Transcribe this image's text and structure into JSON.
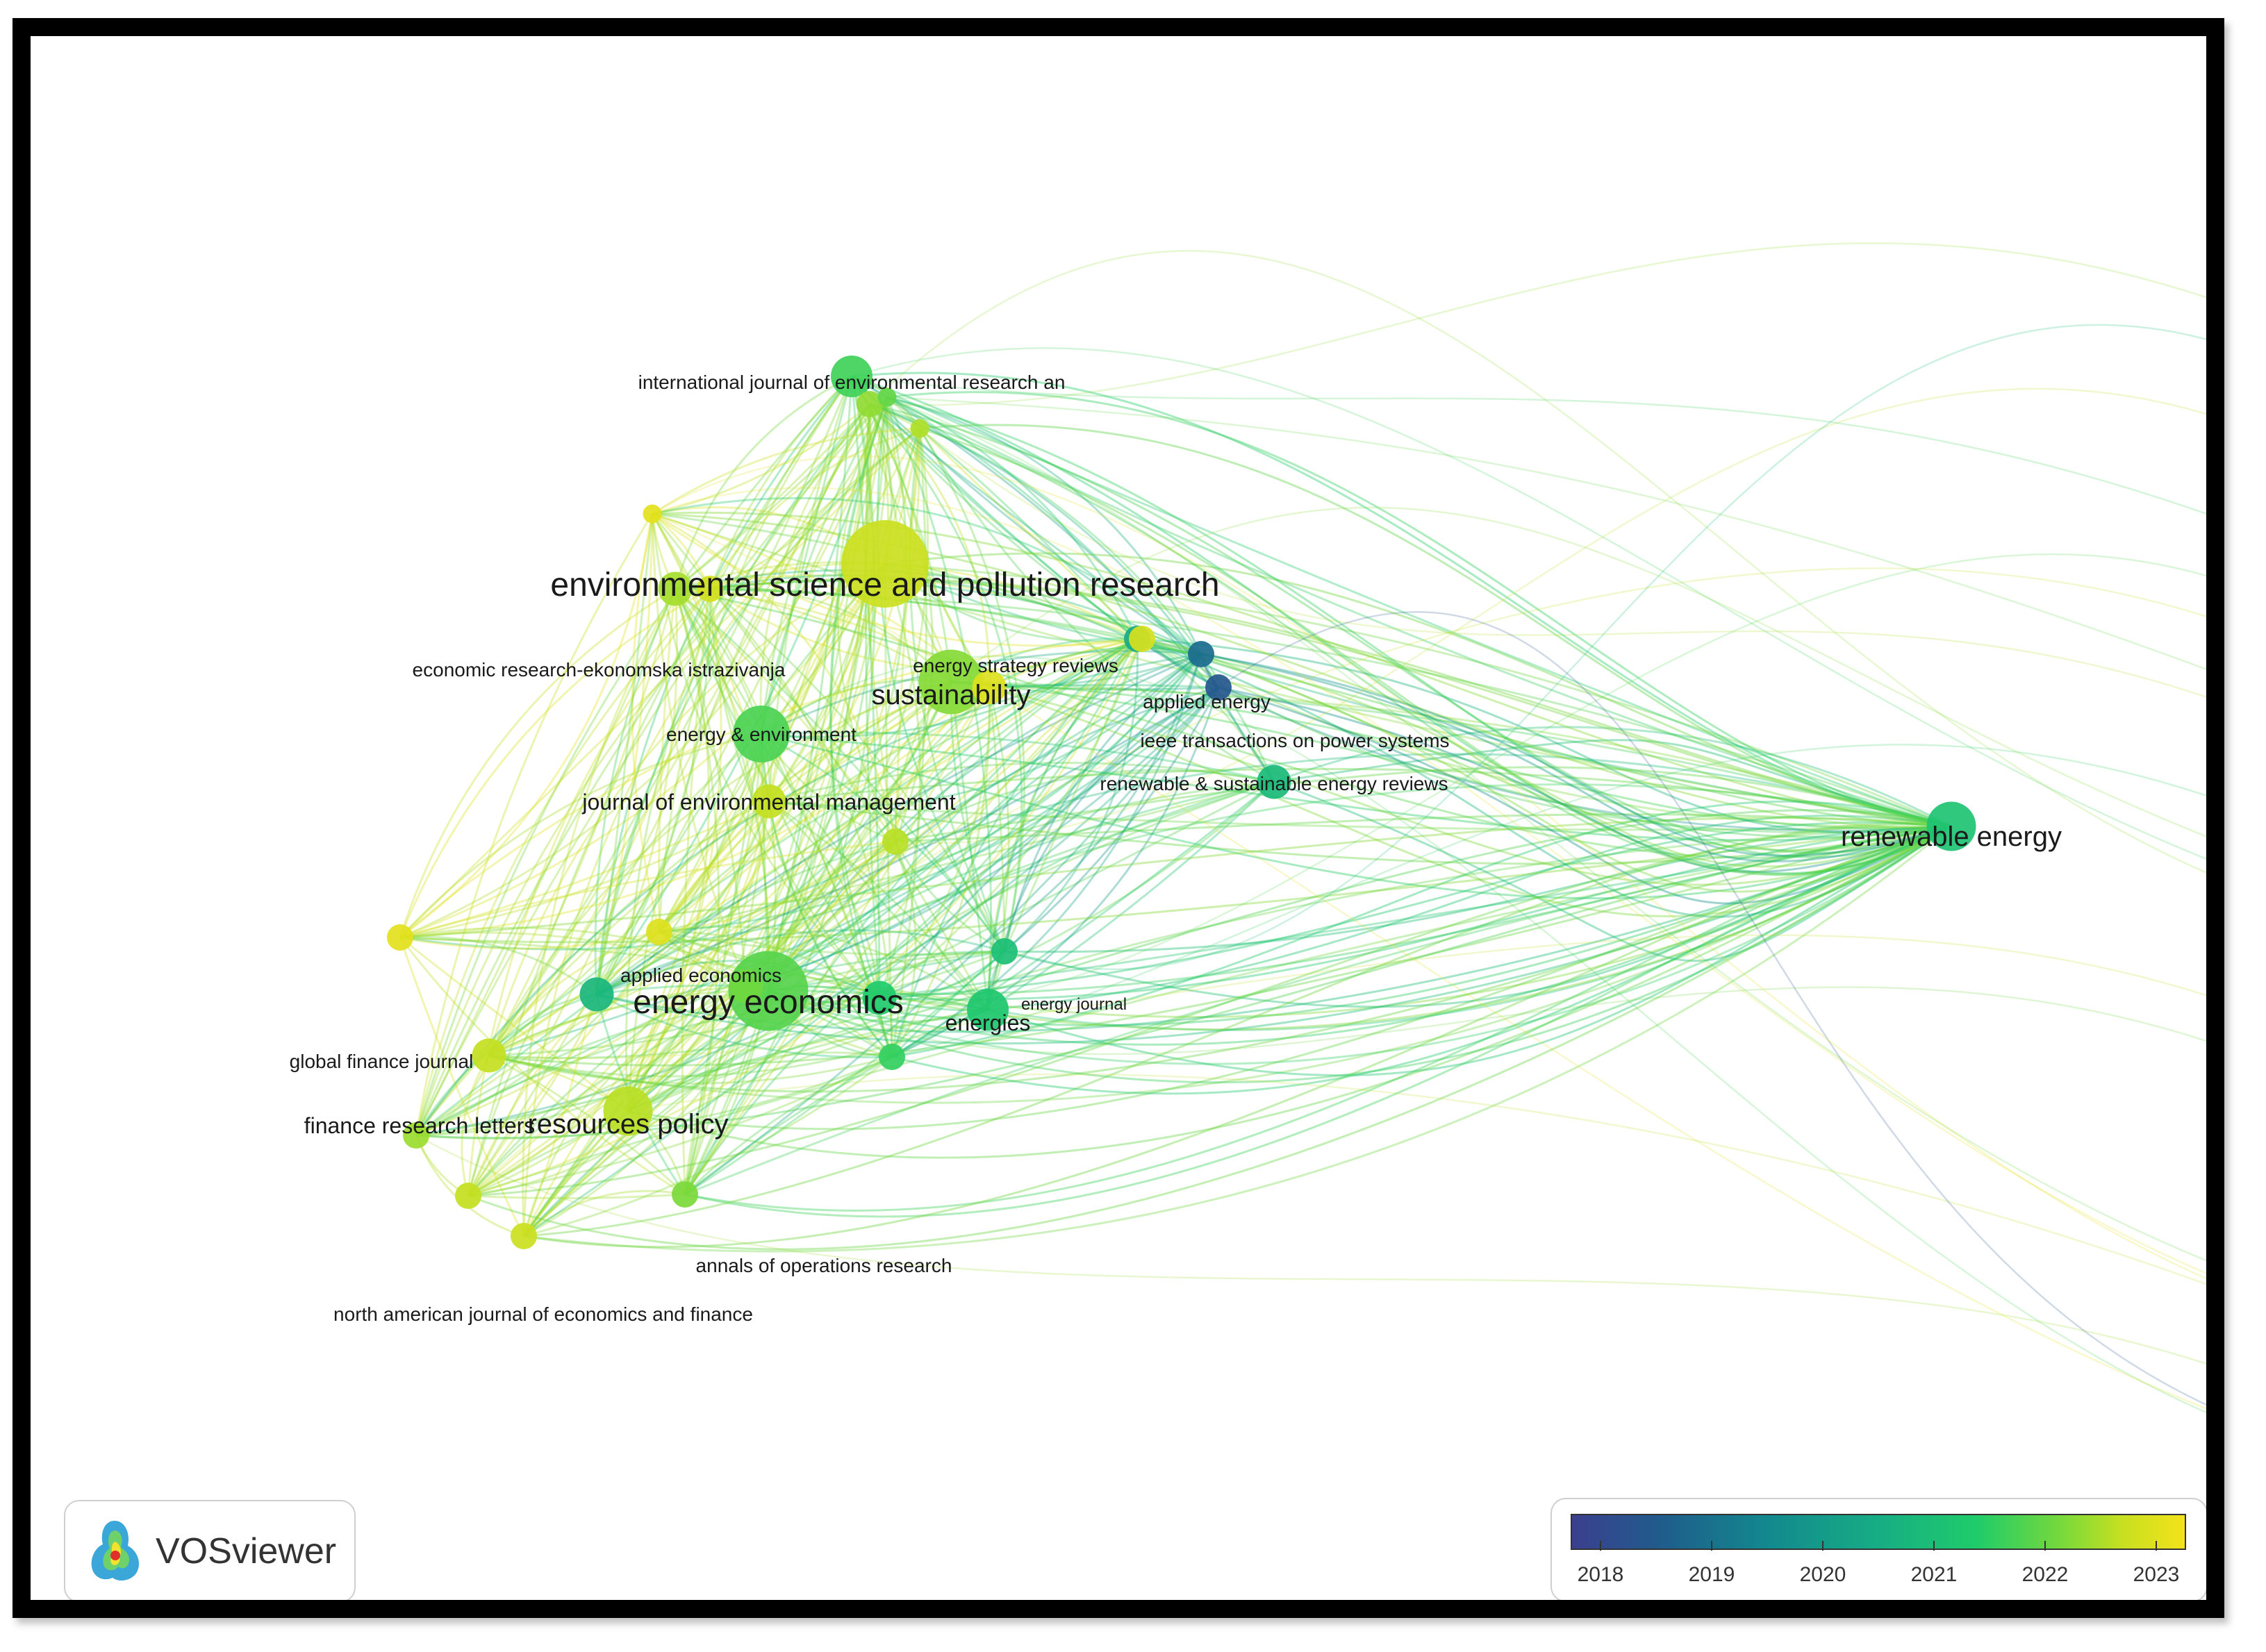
{
  "colors": {
    "scale": [
      "#3b3f8f",
      "#1f5d8c",
      "#12898e",
      "#17ad84",
      "#1fcc6a",
      "#79d93a",
      "#c9e020",
      "#f4e21a"
    ],
    "background": "#ffffff",
    "frame": "#000000"
  },
  "branding": {
    "text": "VOSviewer",
    "icon": "vosviewer-logo-icon"
  },
  "legend": {
    "years": [
      "2018",
      "2019",
      "2020",
      "2021",
      "2022",
      "2023"
    ]
  },
  "network": {
    "nodes": [
      {
        "id": "esp",
        "label": "environmental science and pollution research",
        "year": 2022.6,
        "weight": 10,
        "labelSize": "xl"
      },
      {
        "id": "ijer",
        "label": "international journal of environmental research an",
        "year": 2021.3,
        "weight": 4,
        "labelSize": "s"
      },
      {
        "id": "sus",
        "label": "sustainability",
        "year": 2021.9,
        "weight": 7,
        "labelSize": "l"
      },
      {
        "id": "ene",
        "label": "energy economics",
        "year": 2021.5,
        "weight": 9,
        "labelSize": "xl"
      },
      {
        "id": "ree",
        "label": "renewable energy",
        "year": 2020.8,
        "weight": 5,
        "labelSize": "l"
      },
      {
        "id": "rser",
        "label": "renewable & sustainable energy reviews",
        "year": 2020.6,
        "weight": 3,
        "labelSize": "s"
      },
      {
        "id": "ener",
        "label": "energies",
        "year": 2020.9,
        "weight": 4,
        "labelSize": "m"
      },
      {
        "id": "rp",
        "label": "resources policy",
        "year": 2022.4,
        "weight": 5,
        "labelSize": "l"
      },
      {
        "id": "jem",
        "label": "journal of environmental management",
        "year": 2022.5,
        "weight": 3,
        "labelSize": "m"
      },
      {
        "id": "ee",
        "label": "energy & environment",
        "year": 2021.4,
        "weight": 6,
        "labelSize": "s"
      },
      {
        "id": "erek",
        "label": "economic research-ekonomska istrazivanja",
        "year": 2022.2,
        "weight": 3,
        "labelSize": "s"
      },
      {
        "id": "esr",
        "label": "energy strategy reviews",
        "year": 2022.7,
        "weight": 2,
        "labelSize": "s"
      },
      {
        "id": "ae",
        "label": "applied energy",
        "year": 2020.2,
        "weight": 2,
        "labelSize": "s"
      },
      {
        "id": "ieee",
        "label": "ieee transactions on power systems",
        "year": 2018.6,
        "weight": 2,
        "labelSize": "s"
      },
      {
        "id": "apec",
        "label": "applied economics",
        "year": 2022.9,
        "weight": 2,
        "labelSize": "s"
      },
      {
        "id": "ej",
        "label": "energy journal",
        "year": 2020.7,
        "weight": 2,
        "labelSize": "xs"
      },
      {
        "id": "gfj",
        "label": "global finance journal",
        "year": 2020.5,
        "weight": 3,
        "labelSize": "s"
      },
      {
        "id": "frl",
        "label": "finance research letters",
        "year": 2022.5,
        "weight": 3,
        "labelSize": "m"
      },
      {
        "id": "aor",
        "label": "annals of operations research",
        "year": 2021.8,
        "weight": 2,
        "labelSize": "s"
      },
      {
        "id": "najef",
        "label": "north american journal of economics and finance",
        "year": 2022.6,
        "weight": 2,
        "labelSize": "s"
      },
      {
        "id": "n1",
        "label": "",
        "year": 2022.9,
        "weight": 3
      },
      {
        "id": "n2",
        "label": "",
        "year": 2021.0,
        "weight": 3
      },
      {
        "id": "n3",
        "label": "",
        "year": 2022.3,
        "weight": 1
      },
      {
        "id": "n4",
        "label": "",
        "year": 2023.0,
        "weight": 1
      },
      {
        "id": "n5",
        "label": "",
        "year": 2022.0,
        "weight": 2
      },
      {
        "id": "n6",
        "label": "",
        "year": 2021.6,
        "weight": 1
      },
      {
        "id": "n7",
        "label": "",
        "year": 2022.8,
        "weight": 2
      },
      {
        "id": "n8",
        "label": "",
        "year": 2021.2,
        "weight": 2
      },
      {
        "id": "n9",
        "label": "",
        "year": 2023.0,
        "weight": 2
      },
      {
        "id": "n10",
        "label": "",
        "year": 2022.4,
        "weight": 2
      },
      {
        "id": "n11",
        "label": "",
        "year": 2021.7,
        "weight": 3
      },
      {
        "id": "n12",
        "label": "",
        "year": 2019.0,
        "weight": 2
      },
      {
        "id": "n13",
        "label": "",
        "year": 2022.1,
        "weight": 2
      },
      {
        "id": "n14",
        "label": "",
        "year": 2022.5,
        "weight": 2
      }
    ]
  }
}
